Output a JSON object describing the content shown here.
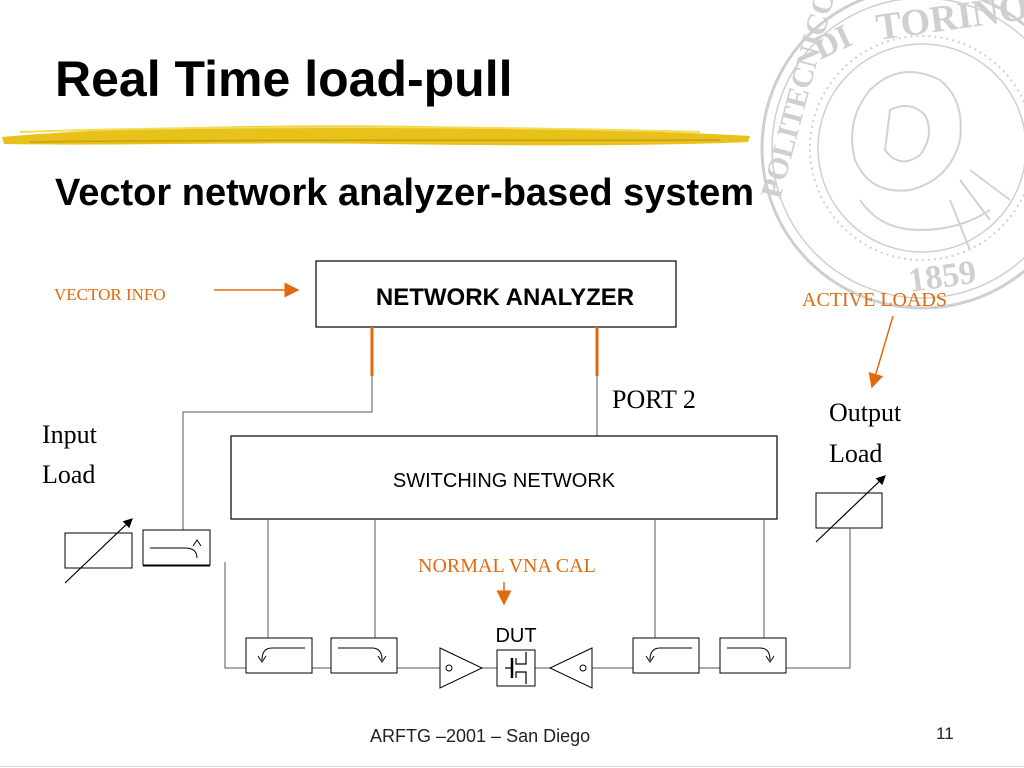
{
  "slide": {
    "title": "Real Time load-pull",
    "subtitle": "Vector network analyzer-based system"
  },
  "seal": {
    "text_top": "DI TORINO",
    "text_left": "POLITECNICO",
    "year": "1859"
  },
  "diagram": {
    "network_analyzer": "NETWORK ANALYZER",
    "switching_network": "SWITCHING NETWORK",
    "vector_info": "VECTOR INFO",
    "active_loads": "ACTIVE LOADS",
    "port2": "PORT 2",
    "input_load_line1": "Input",
    "input_load_line2": "Load",
    "output_load_line1": "Output",
    "output_load_line2": "Load",
    "normal_vna_cal": "NORMAL VNA CAL",
    "dut": "DUT"
  },
  "footer": {
    "text": "ARFTG –2001 – San Diego",
    "page": "11"
  },
  "colors": {
    "accent_orange": "#e06a10",
    "highlight_yellow": "#e8c21a",
    "seal_gray": "#c9c9c9"
  }
}
